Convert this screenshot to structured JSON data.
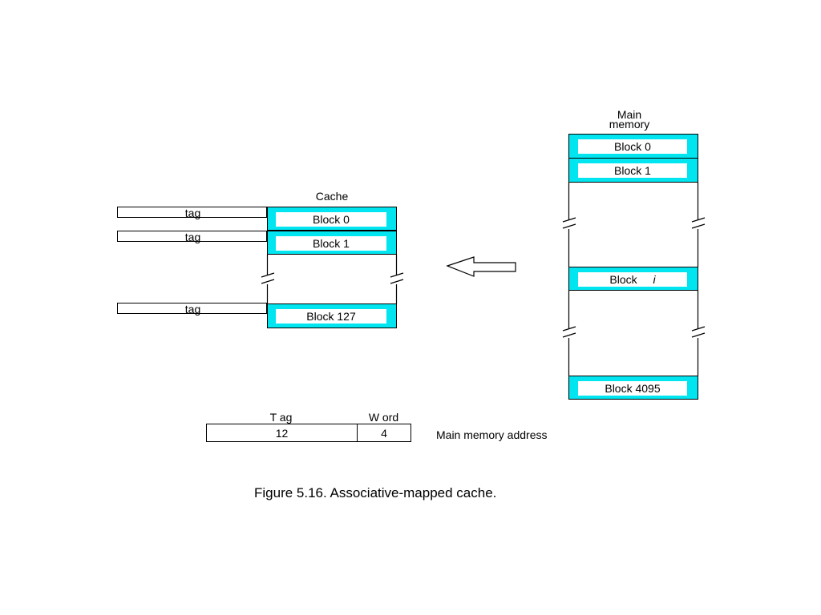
{
  "cache": {
    "title": "Cache",
    "tag_label": "tag",
    "blocks": [
      "Block 0",
      "Block 1",
      "Block 127"
    ]
  },
  "main_memory": {
    "title_line1": "Main",
    "title_line2": "memory",
    "blocks": [
      "Block 0",
      "Block 1",
      "Block",
      "Block 4095"
    ],
    "block_i_suffix": "i"
  },
  "address": {
    "tag_header": "T ag",
    "word_header": "W ord",
    "tag_bits": "12",
    "word_bits": "4",
    "label": "Main memory address"
  },
  "caption": "Figure 5.16. Associative-mapped cache.",
  "colors": {
    "block_fill": "#00e5f0",
    "line": "#000000"
  }
}
